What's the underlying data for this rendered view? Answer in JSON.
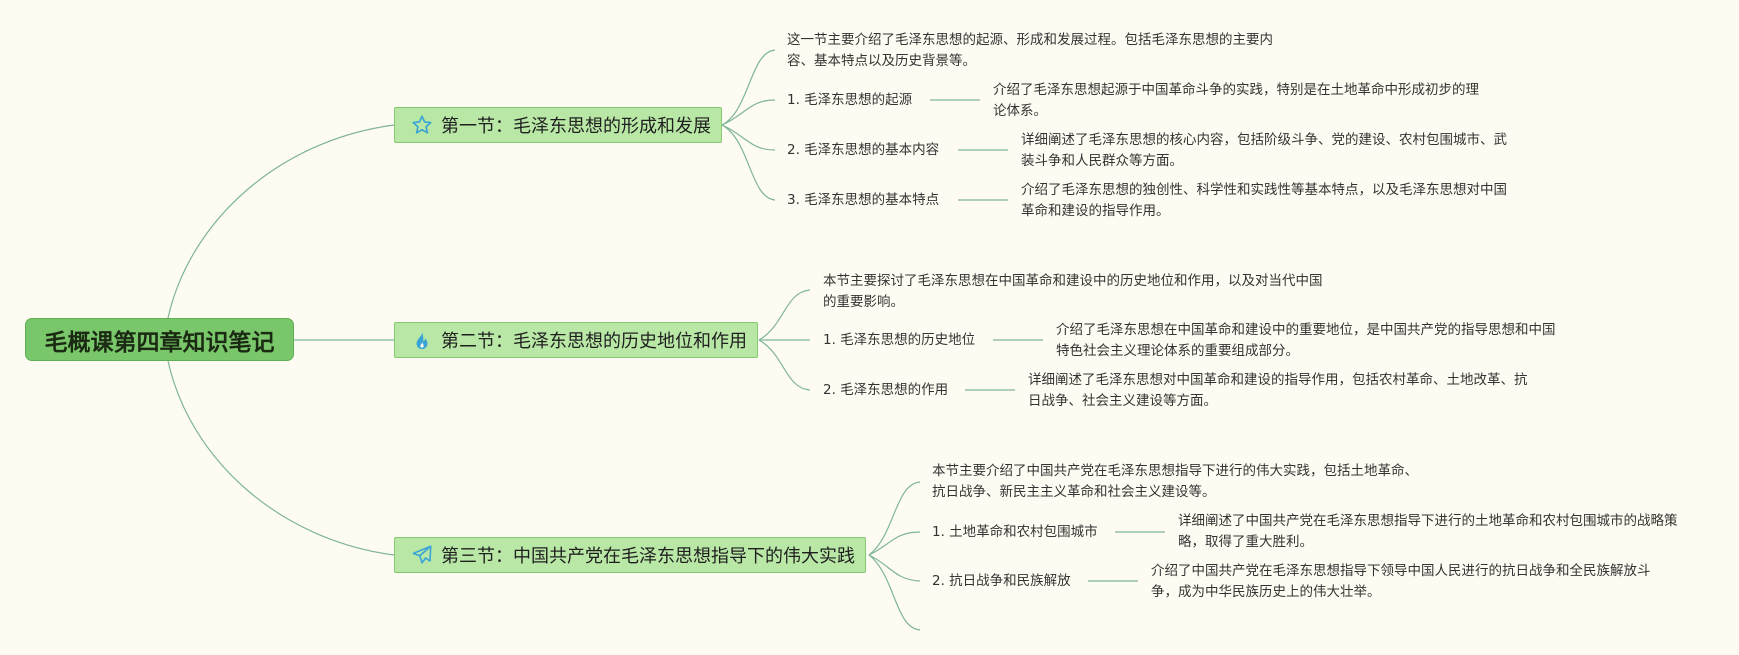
{
  "root": {
    "title": "毛概课第四章知识笔记"
  },
  "sections": [
    {
      "title": "第一节：毛泽东思想的形成和发展",
      "icon": "star-icon",
      "summary": "这一节主要介绍了毛泽东思想的起源、形成和发展过程。包括毛泽东思想的主要内容、基本特点以及历史背景等。",
      "items": [
        {
          "label": "1. 毛泽东思想的起源",
          "desc": "介绍了毛泽东思想起源于中国革命斗争的实践，特别是在土地革命中形成初步的理论体系。"
        },
        {
          "label": "2. 毛泽东思想的基本内容",
          "desc": "详细阐述了毛泽东思想的核心内容，包括阶级斗争、党的建设、农村包围城市、武装斗争和人民群众等方面。"
        },
        {
          "label": "3. 毛泽东思想的基本特点",
          "desc": "介绍了毛泽东思想的独创性、科学性和实践性等基本特点，以及毛泽东思想对中国革命和建设的指导作用。"
        }
      ]
    },
    {
      "title": "第二节：毛泽东思想的历史地位和作用",
      "icon": "fire-icon",
      "summary": "本节主要探讨了毛泽东思想在中国革命和建设中的历史地位和作用，以及对当代中国的重要影响。",
      "items": [
        {
          "label": "1. 毛泽东思想的历史地位",
          "desc": "介绍了毛泽东思想在中国革命和建设中的重要地位，是中国共产党的指导思想和中国特色社会主义理论体系的重要组成部分。"
        },
        {
          "label": "2. 毛泽东思想的作用",
          "desc": "详细阐述了毛泽东思想对中国革命和建设的指导作用，包括农村革命、土地改革、抗日战争、社会主义建设等方面。"
        }
      ]
    },
    {
      "title": "第三节：中国共产党在毛泽东思想指导下的伟大实践",
      "icon": "paper-plane-icon",
      "summary": "本节主要介绍了中国共产党在毛泽东思想指导下进行的伟大实践，包括土地革命、抗日战争、新民主主义革命和社会主义建设等。",
      "items": [
        {
          "label": "1. 土地革命和农村包围城市",
          "desc": "详细阐述了中国共产党在毛泽东思想指导下进行的土地革命和农村包围城市的战略策略，取得了重大胜利。"
        },
        {
          "label": "2. 抗日战争和民族解放",
          "desc": "介绍了中国共产党在毛泽东思想指导下领导中国人民进行的抗日战争和全民族解放斗争，成为中华民族历史上的伟大壮举。"
        }
      ]
    }
  ],
  "colors": {
    "background": "#fefcf2",
    "root_fill": "#79c76a",
    "section_fill": "#b9e8a6",
    "line": "#7fb59a",
    "icon": "#3aa4d6"
  }
}
